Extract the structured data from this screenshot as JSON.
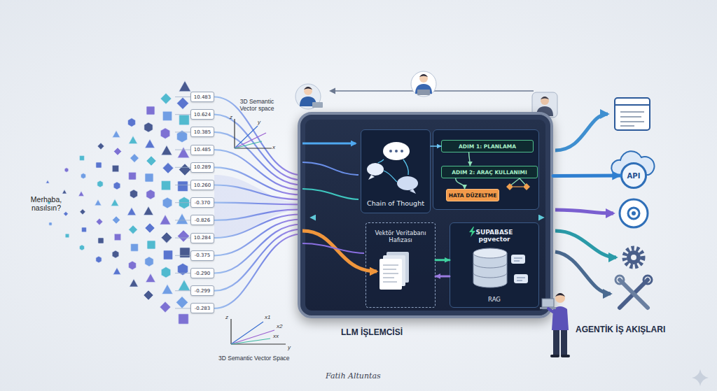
{
  "diagram": {
    "nodes": [
      {
        "text": [
          "10.483"
        ]
      },
      {
        "text": [
          "10.624"
        ]
      },
      {
        "text": [
          "10.385"
        ]
      },
      {
        "text": [
          "10.485"
        ]
      },
      {
        "text": [
          "10.289"
        ]
      },
      {
        "text": [
          "10.260"
        ]
      },
      {
        "text": [
          "-0.370"
        ]
      },
      {
        "text": [
          "-0.826"
        ]
      },
      {
        "text": [
          "10.284"
        ]
      },
      {
        "text": [
          "-0.375"
        ]
      },
      {
        "text": [
          "-0.290"
        ]
      },
      {
        "text": [
          "-0.299"
        ]
      },
      {
        "text": [
          "-0.283"
        ]
      },
      {
        "text": [
          "LLM İŞLEMCİSİ"
        ]
      },
      {
        "text": [
          "Chain of Thought"
        ],
        "in": 13
      },
      {
        "text": [
          "ADIM 1: PLANLAMA"
        ],
        "in": 13
      },
      {
        "text": [
          "ADIM 2: ARAÇ KULLANIMI"
        ],
        "in": 13
      },
      {
        "text": [
          "HATA DÜZELTME"
        ],
        "in": 13
      },
      {
        "text": [
          "Vektör Veritabanı Hafızası"
        ],
        "in": 13
      },
      {
        "text": [
          "SUPABASE pgvector",
          "RAG"
        ],
        "in": 13
      },
      {
        "text": [
          "API"
        ]
      }
    ],
    "edges": [
      {
        "from": 14,
        "to": 15,
        "arrow": "to"
      },
      {
        "from": 15,
        "to": 16,
        "arrow": "to"
      },
      {
        "from": 16,
        "to": 17,
        "arrow": "to"
      },
      {
        "from": 18,
        "to": 19,
        "arrow": "to"
      },
      {
        "from": 19,
        "to": 18,
        "arrow": "to"
      },
      {
        "from": 13,
        "to": 20,
        "arrow": "to"
      }
    ],
    "labels": [
      "3D Semantic Vector space",
      "z",
      "y",
      "x",
      "Merhaba, nasılsın?",
      "z",
      "x1",
      "x2",
      "xx",
      "y",
      "3D Semantic Vector Space",
      "AGENTİK İŞ AKIŞLARI",
      "Fatih Altuntas"
    ]
  }
}
